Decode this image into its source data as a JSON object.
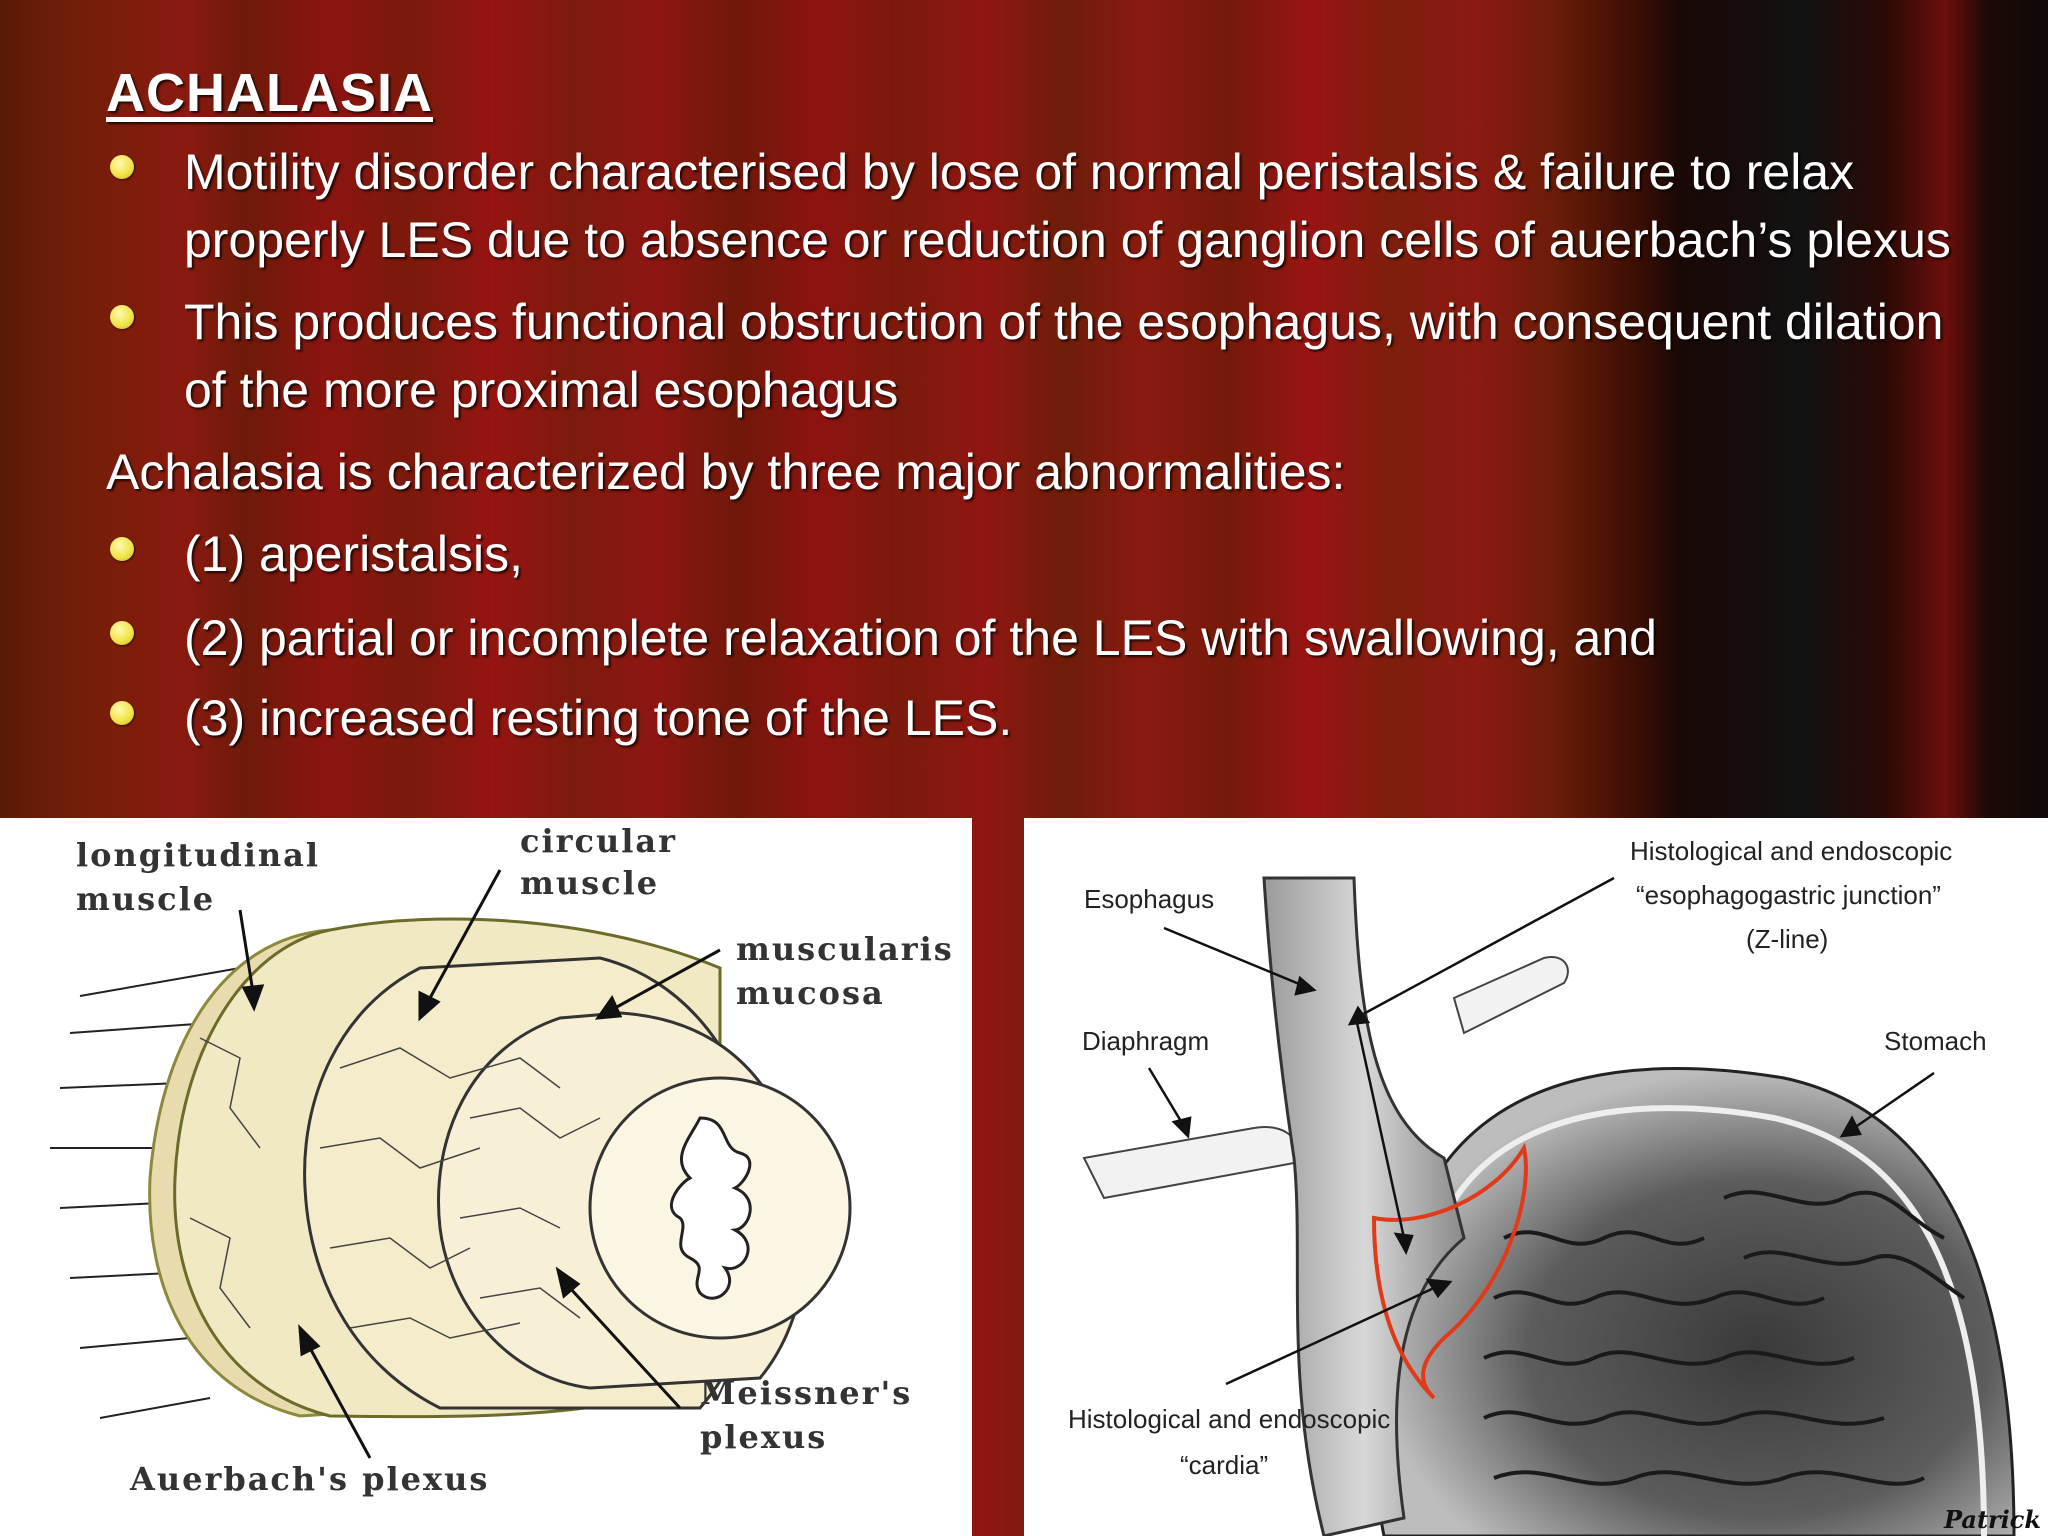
{
  "slide": {
    "title": "ACHALASIA",
    "bullets_top": [
      "Motility disorder characterised by lose of normal peristalsis & failure to relax properly LES due to absence or reduction of ganglion cells of auerbach’s plexus",
      "This produces functional obstruction of the esophagus, with consequent dilation of the more proximal esophagus"
    ],
    "intro": "Achalasia is characterized by three major abnormalities:",
    "bullets_bottom": [
      "(1) aperistalsis,",
      "(2) partial or incomplete relaxation of the LES with swallowing, and",
      "(3) increased resting tone of the LES."
    ],
    "bullet_color": "#f2e44a"
  },
  "figure_left": {
    "label_longitudinal_1": "longitudinal",
    "label_longitudinal_2": "muscle",
    "label_circular_1": "circular",
    "label_circular_2": "muscle",
    "label_muscularis_1": "muscularis",
    "label_muscularis_2": "mucosa",
    "label_meissner_1": "Meissner's",
    "label_meissner_2": "plexus",
    "label_auerbach": "Auerbach's plexus"
  },
  "figure_right": {
    "label_esophagus": "Esophagus",
    "label_hist_top_1": "Histological and endoscopic",
    "label_hist_top_2": "“esophagogastric junction”",
    "label_hist_top_3": "(Z-line)",
    "label_diaphragm": "Diaphragm",
    "label_stomach": "Stomach",
    "label_hist_bottom_1": "Histological and endoscopic",
    "label_hist_bottom_2": "“cardia”",
    "signature": "Patrick"
  }
}
